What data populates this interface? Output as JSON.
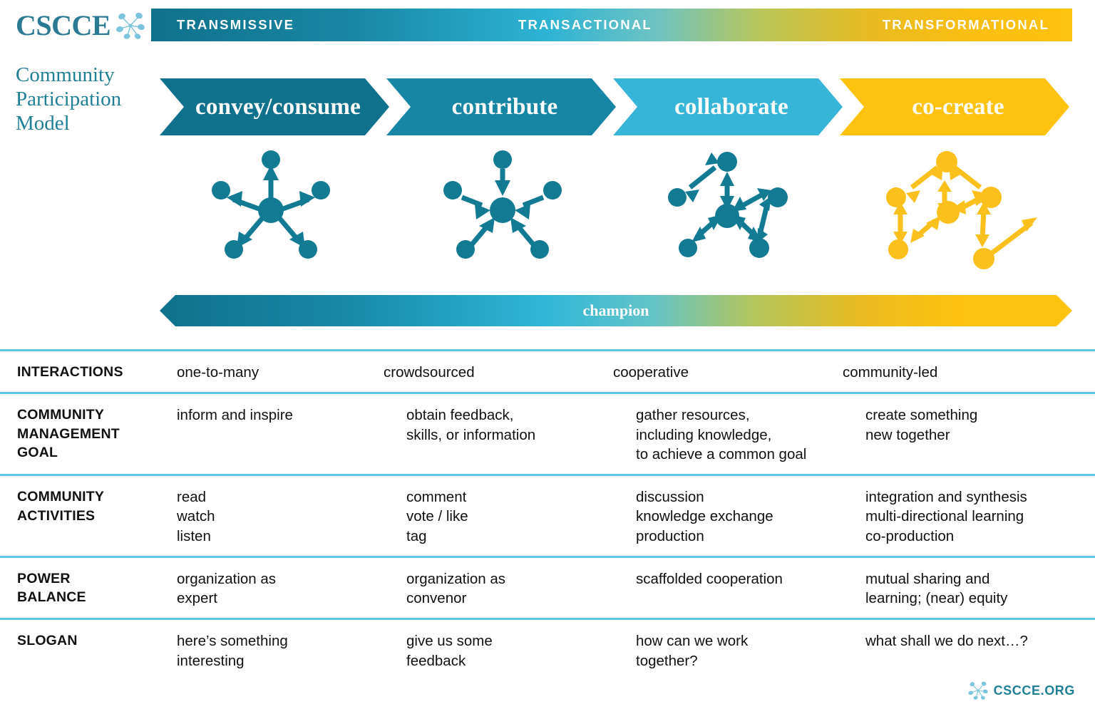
{
  "brand": {
    "wordmark": "CSCCE",
    "mark_icon": "network-molecule-icon",
    "model_title": "Community Participation Model"
  },
  "phase_bar": {
    "accent_start": "#10718c",
    "accent_mid": "#2eb3d4",
    "accent_end": "#ffc20e",
    "phases": [
      {
        "label": "TRANSMISSIVE"
      },
      {
        "label": "TRANSACTIONAL"
      },
      {
        "label": "TRANSFORMATIONAL"
      }
    ]
  },
  "stages": [
    {
      "label": "convey/consume",
      "color": "#10718c",
      "diagram": "star-outward-icon"
    },
    {
      "label": "contribute",
      "color": "#1786a5",
      "diagram": "star-inward-icon"
    },
    {
      "label": "collaborate",
      "color": "#36b5d8",
      "diagram": "network-bidirectional-icon"
    },
    {
      "label": "co-create",
      "color": "#ffc20e",
      "diagram": "network-mesh-outward-icon"
    }
  ],
  "champion": {
    "label": "champion"
  },
  "matrix": {
    "divider_color": "#5bc6e8",
    "rows": [
      {
        "header": [
          "INTERACTIONS"
        ],
        "cells": [
          [
            "one-to-many"
          ],
          [
            "crowdsourced"
          ],
          [
            "cooperative"
          ],
          [
            "community-led"
          ]
        ]
      },
      {
        "header": [
          "COMMUNITY",
          "MANAGEMENT",
          "GOAL"
        ],
        "cells": [
          [
            "inform and inspire"
          ],
          [
            "obtain feedback,",
            "skills, or information"
          ],
          [
            "gather resources,",
            "including knowledge,",
            "to achieve a common goal"
          ],
          [
            "create something",
            "new together"
          ]
        ]
      },
      {
        "header": [
          "COMMUNITY",
          "ACTIVITIES"
        ],
        "cells": [
          [
            "read",
            "watch",
            "listen"
          ],
          [
            "comment",
            "vote / like",
            "tag"
          ],
          [
            "discussion",
            "knowledge exchange",
            "production"
          ],
          [
            "integration and synthesis",
            "multi-directional learning",
            "co-production"
          ]
        ]
      },
      {
        "header": [
          "POWER",
          "BALANCE"
        ],
        "cells": [
          [
            "organization as",
            "expert"
          ],
          [
            "organization as",
            "convenor"
          ],
          [
            "scaffolded cooperation"
          ],
          [
            "mutual sharing and",
            "learning; (near) equity"
          ]
        ]
      },
      {
        "header": [
          "SLOGAN"
        ],
        "cells": [
          [
            "here’s something",
            "interesting"
          ],
          [
            "give us some",
            "feedback"
          ],
          [
            "how can we work",
            "together?"
          ],
          [
            "what shall we do next…?"
          ]
        ]
      }
    ]
  },
  "footer": {
    "wordmark": "CSCCE.ORG",
    "mark_icon": "network-molecule-icon"
  }
}
